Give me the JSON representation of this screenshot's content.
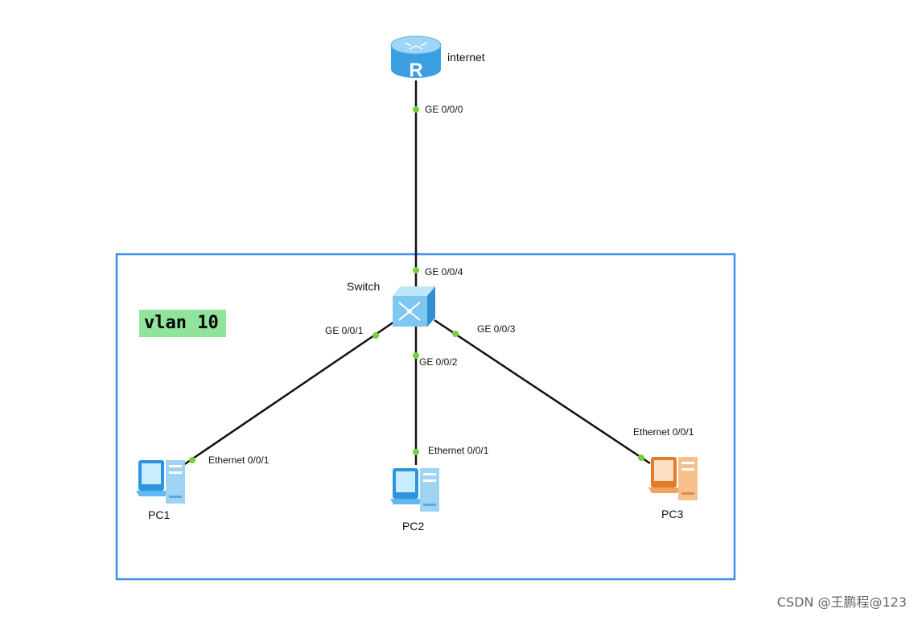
{
  "vlan_label": "vlan 10",
  "devices": {
    "router": {
      "name": "internet",
      "icon": "router-icon",
      "glyph": "R"
    },
    "switch": {
      "name": "Switch",
      "icon": "switch-icon"
    },
    "pc1": {
      "name": "PC1",
      "icon": "pc-icon"
    },
    "pc2": {
      "name": "PC2",
      "icon": "pc-icon"
    },
    "pc3": {
      "name": "PC3",
      "icon": "pc-icon"
    }
  },
  "ports": {
    "router_ge000": "GE 0/0/0",
    "switch_ge004": "GE 0/0/4",
    "switch_ge001": "GE 0/0/1",
    "switch_ge002": "GE 0/0/2",
    "switch_ge003": "GE 0/0/3",
    "pc1_eth": "Ethernet 0/0/1",
    "pc2_eth": "Ethernet 0/0/1",
    "pc3_eth": "Ethernet 0/0/1"
  },
  "watermark": "CSDN @王鹏程@123",
  "colors": {
    "vlan_box_border": "#3d8ee8",
    "vlan_label_bg": "#8fe39a",
    "port_dot": "#7ccc3c",
    "link": "#111111",
    "pc_blue": "#63b8f0",
    "pc_orange": "#f2a25c",
    "router_blue": "#5bb4e8",
    "switch_blue": "#7fc6f0"
  }
}
